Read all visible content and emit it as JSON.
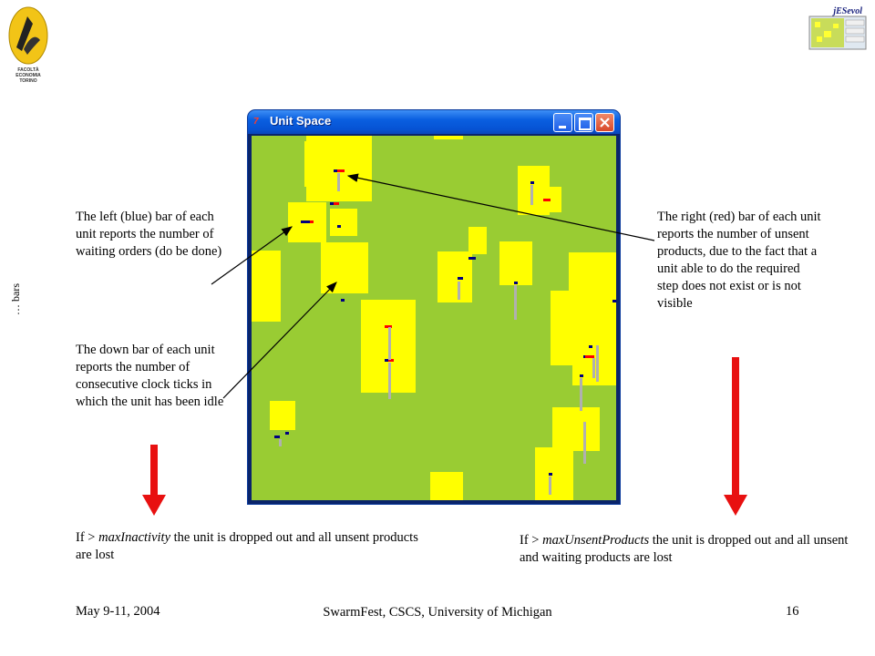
{
  "slide": {
    "side_label": "… bars",
    "logos": {
      "left": {
        "name": "FACOLTÀ ECONOMIA TORINO",
        "lines": [
          "FACOLTÀ",
          "ECONOMIA",
          "TORINO"
        ]
      },
      "right": {
        "name": "jESevol"
      }
    }
  },
  "window": {
    "title": "Unit Space",
    "app_icon_text": "7"
  },
  "annotations": {
    "left_bar": "The left (blue) bar of each unit reports the number of waiting orders (do be done)",
    "down_bar": "The down bar of each unit reports the number of consecutive clock ticks in which the unit has been idle",
    "right_bar": "The right (red) bar of each unit reports the number of unsent products, due to the fact that a unit able to do the required step does not exist or is not visible"
  },
  "conditions": {
    "left": {
      "prefix": "If  > ",
      "param": "maxInactivity",
      "suffix": " the unit is dropped out and all unsent products are lost"
    },
    "right": {
      "prefix": "If  > ",
      "param": "maxUnsentProducts",
      "suffix": " the unit is dropped out and all unsent  and waiting products are lost"
    }
  },
  "footer": {
    "date": "May 9-11, 2004",
    "event": "SwarmFest, CSCS, University of Michigan",
    "page": "16"
  },
  "colors": {
    "field": "#99cc33",
    "unit": "#ffff00",
    "wait_bar": "#000080",
    "unsent_bar": "#ff0000",
    "idle_bar": "#b0b0b0",
    "arrow_red": "#e81010"
  }
}
